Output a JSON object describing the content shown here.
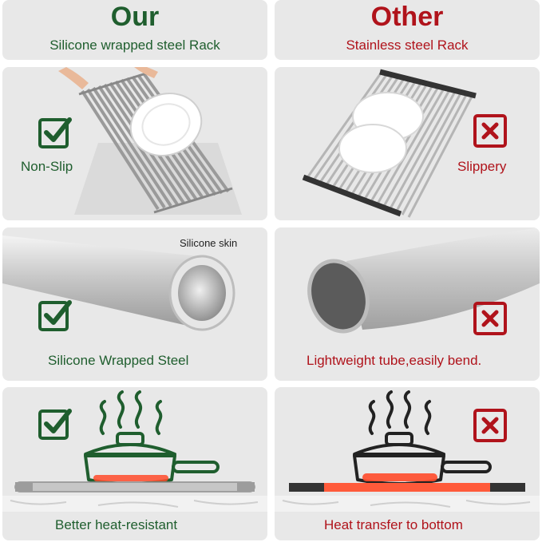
{
  "left_column": {
    "title": "Our",
    "subtitle": "Silicone wrapped steel Rack",
    "color": "#1f5e2e",
    "rows": [
      {
        "label": "Non-Slip",
        "icon": "check-icon"
      },
      {
        "label": "Silicone Wrapped Steel",
        "icon": "check-icon",
        "note": "Silicone skin"
      },
      {
        "label": "Better heat-resistant",
        "icon": "check-icon"
      }
    ]
  },
  "right_column": {
    "title": "Other",
    "subtitle": "Stainless steel Rack",
    "color": "#b0131b",
    "rows": [
      {
        "label": "Slippery",
        "icon": "x-icon"
      },
      {
        "label": "Lightweight tube,easily bend.",
        "icon": "x-icon"
      },
      {
        "label": "Heat transfer to bottom",
        "icon": "x-icon"
      }
    ]
  },
  "colors": {
    "panel_bg": "#e8e8e8",
    "heat_glow": "#ff4a2a"
  }
}
